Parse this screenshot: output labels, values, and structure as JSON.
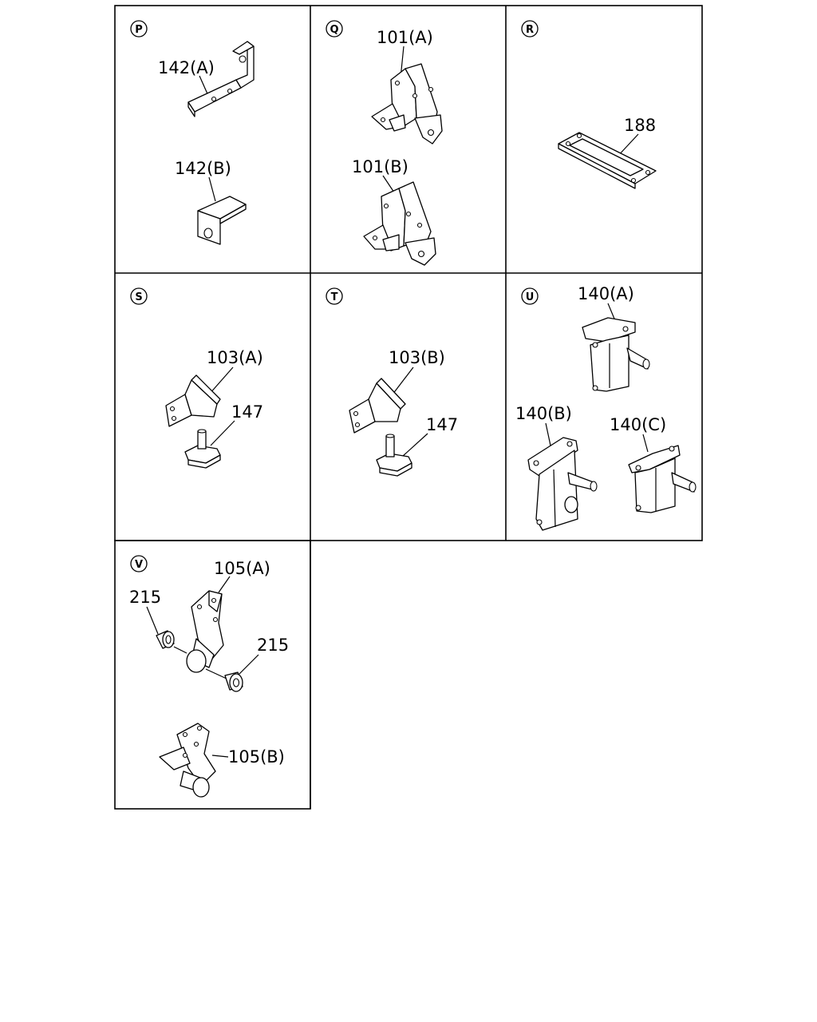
{
  "panels": [
    {
      "id": "P",
      "parts": [
        "142(A)",
        "142(B)"
      ]
    },
    {
      "id": "Q",
      "parts": [
        "101(A)",
        "101(B)"
      ]
    },
    {
      "id": "R",
      "parts": [
        "188"
      ]
    },
    {
      "id": "S",
      "parts": [
        "103(A)",
        "147"
      ]
    },
    {
      "id": "T",
      "parts": [
        "103(B)",
        "147"
      ]
    },
    {
      "id": "U",
      "parts": [
        "140(A)",
        "140(B)",
        "140(C)"
      ]
    },
    {
      "id": "V",
      "parts": [
        "105(A)",
        "215",
        "215",
        "105(B)"
      ]
    }
  ]
}
